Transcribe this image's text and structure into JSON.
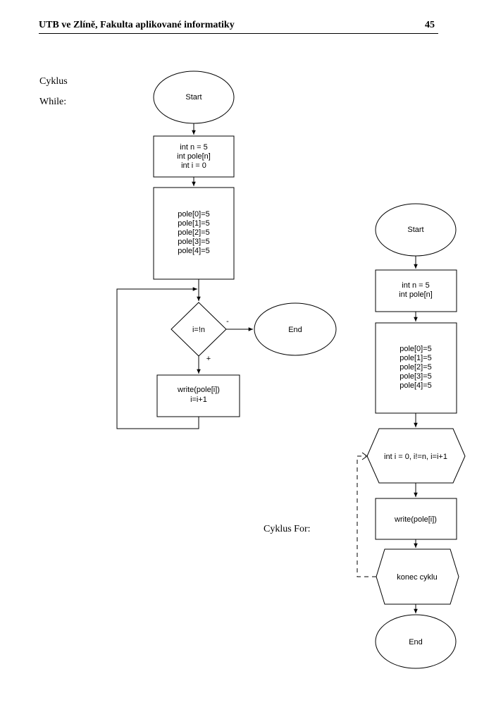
{
  "header": {
    "title": "UTB ve Zlíně, Fakulta aplikované informatiky",
    "page_number": "45"
  },
  "labels": {
    "while_line1": "Cyklus",
    "while_line2": "While:",
    "for_label": "Cyklus For:"
  },
  "while_chart": {
    "start": "Start",
    "init": [
      "int n = 5",
      "int pole[n]",
      "int i = 0"
    ],
    "assign": [
      "pole[0]=5",
      "pole[1]=5",
      "pole[2]=5",
      "pole[3]=5",
      "pole[4]=5"
    ],
    "condition": "i=!n",
    "no_mark": "-",
    "yes_mark": "+",
    "end": "End",
    "body": [
      "write(pole[i])",
      "i=i+1"
    ]
  },
  "for_chart": {
    "start": "Start",
    "init": [
      "int n = 5",
      "int pole[n]"
    ],
    "assign": [
      "pole[0]=5",
      "pole[1]=5",
      "pole[2]=5",
      "pole[3]=5",
      "pole[4]=5"
    ],
    "loop_head": "int i = 0, i!=n, i=i+1",
    "body": "write(pole[i])",
    "loop_end": "konec cyklu",
    "end": "End"
  }
}
